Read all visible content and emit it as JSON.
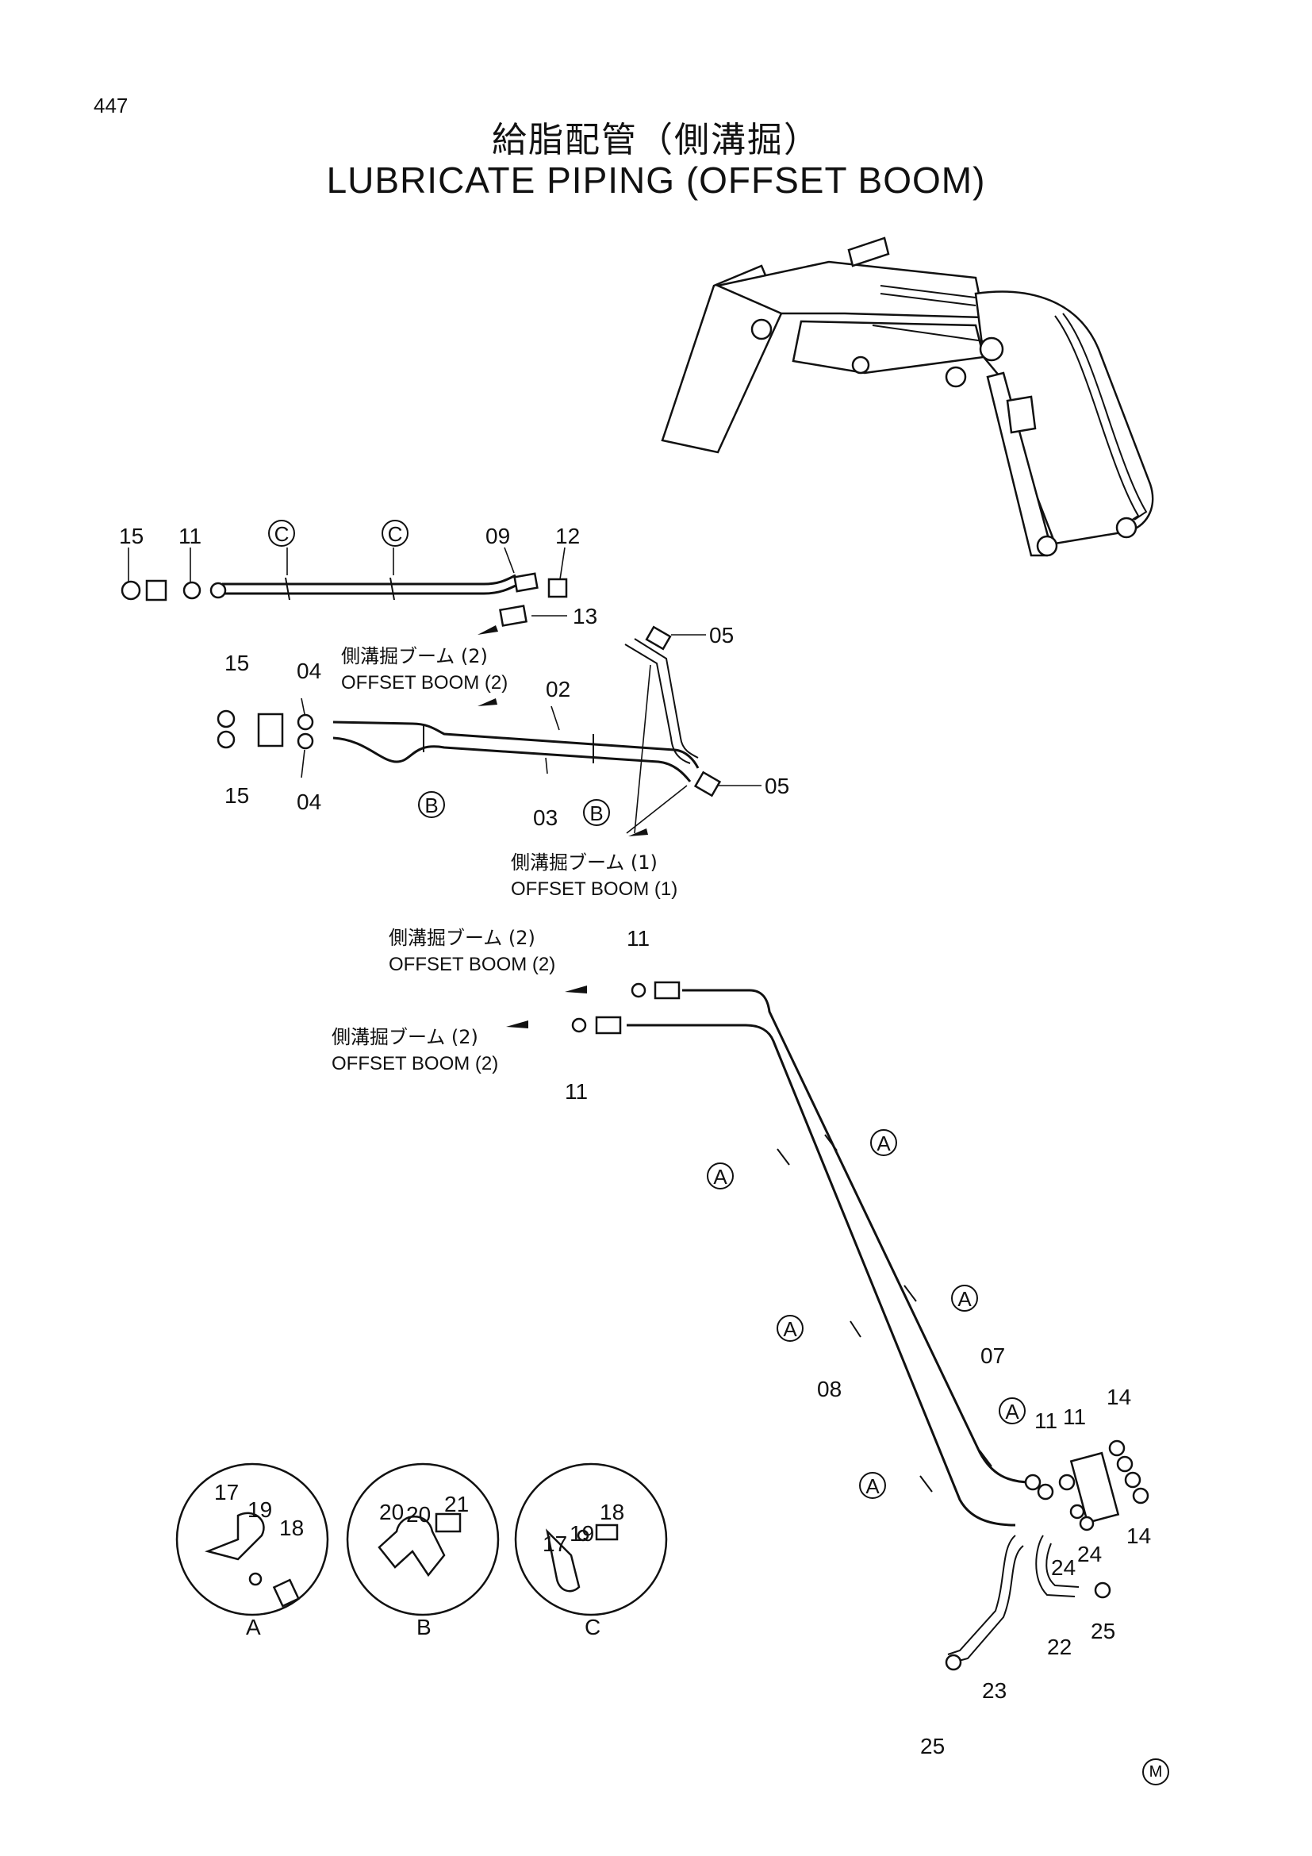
{
  "page_number": "447",
  "title_jp": "給脂配管（側溝掘）",
  "title_en": "LUBRICATE PIPING (OFFSET BOOM)",
  "offset_boom_2_jp": "側溝掘ブーム (2)",
  "offset_boom_2_en": "OFFSET BOOM (2)",
  "offset_boom_1_jp": "側溝掘ブーム (1)",
  "offset_boom_1_en": "OFFSET BOOM (1)",
  "detail_labels": [
    "A",
    "B",
    "C"
  ],
  "callout_letters": {
    "a": "A",
    "b": "B",
    "c": "C"
  },
  "parts": {
    "p02": "02",
    "p03": "03",
    "p04": "04",
    "p05": "05",
    "p07": "07",
    "p08": "08",
    "p09": "09",
    "p11": "11",
    "p12": "12",
    "p13": "13",
    "p14": "14",
    "p15": "15",
    "p17": "17",
    "p18": "18",
    "p19": "19",
    "p20": "20",
    "p21": "21",
    "p22": "22",
    "p23": "23",
    "p24": "24",
    "p25": "25"
  },
  "mark": "M"
}
